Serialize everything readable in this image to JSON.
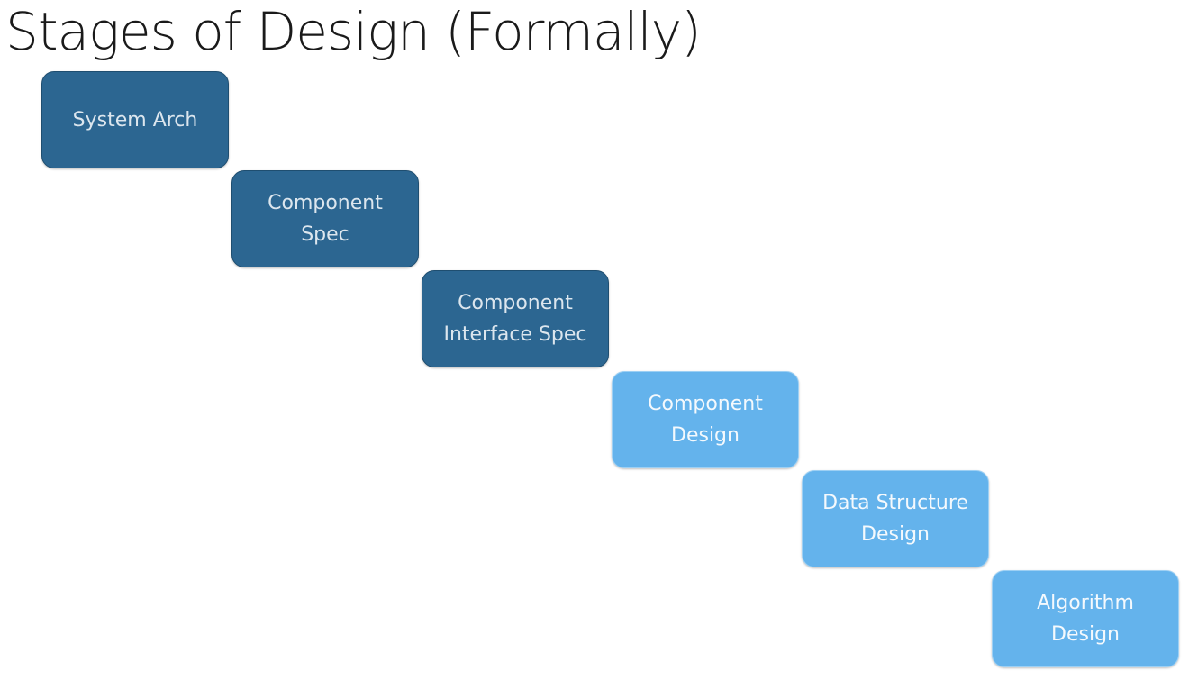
{
  "title": "Stages of Design (Formally)",
  "colors": {
    "dark_box": "#2c6691",
    "light_box": "#64b3ec",
    "background": "#ffffff"
  },
  "stages": [
    {
      "label": "System Arch",
      "tone": "dark"
    },
    {
      "label": "Component\nSpec",
      "tone": "dark"
    },
    {
      "label": "Component\nInterface Spec",
      "tone": "dark"
    },
    {
      "label": "Component\nDesign",
      "tone": "light"
    },
    {
      "label": "Data Structure\nDesign",
      "tone": "light"
    },
    {
      "label": "Algorithm\nDesign",
      "tone": "light"
    }
  ]
}
